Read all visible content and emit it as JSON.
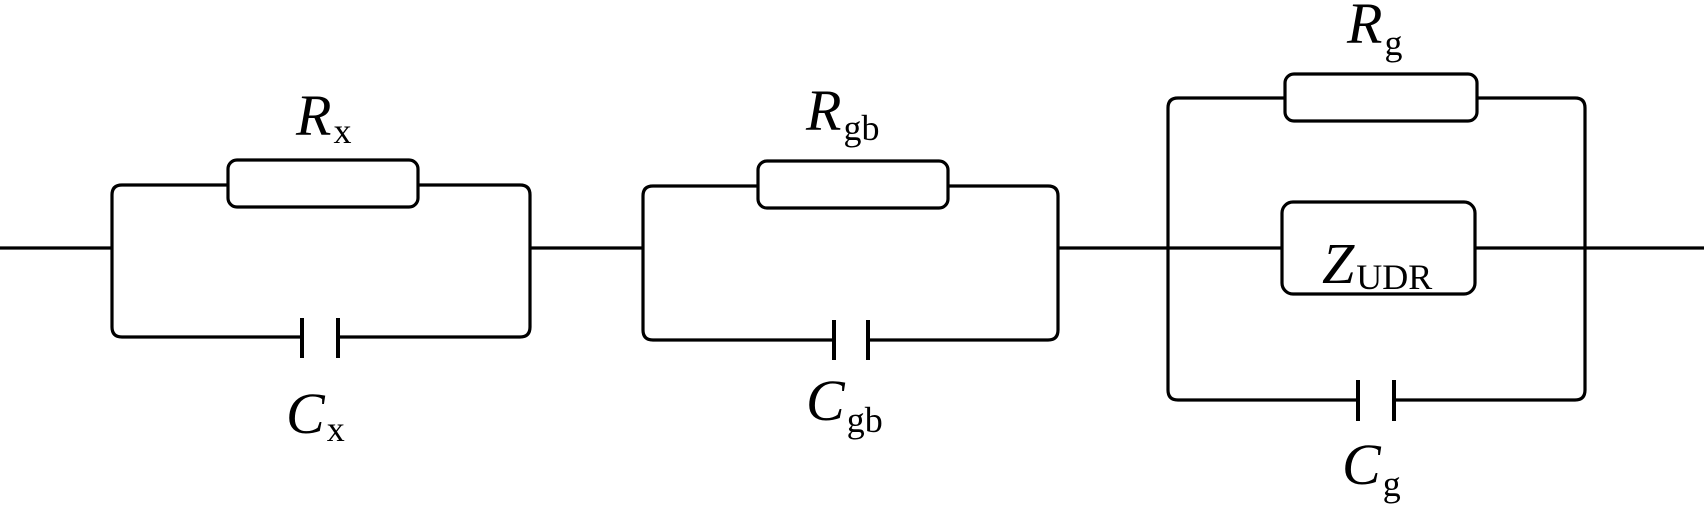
{
  "circuit": {
    "components": [
      {
        "id": "rx",
        "type": "resistor",
        "symbol": "R",
        "subscript": "x"
      },
      {
        "id": "cx",
        "type": "capacitor",
        "symbol": "C",
        "subscript": "x"
      },
      {
        "id": "rgb",
        "type": "resistor",
        "symbol": "R",
        "subscript": "gb"
      },
      {
        "id": "cgb",
        "type": "capacitor",
        "symbol": "C",
        "subscript": "gb"
      },
      {
        "id": "rg",
        "type": "resistor",
        "symbol": "R",
        "subscript": "g"
      },
      {
        "id": "zudr",
        "type": "impedance",
        "symbol": "Z",
        "subscript": "UDR"
      },
      {
        "id": "cg",
        "type": "capacitor",
        "symbol": "C",
        "subscript": "g"
      }
    ],
    "blocks": [
      {
        "name": "x",
        "components": [
          "rx",
          "cx"
        ]
      },
      {
        "name": "gb",
        "components": [
          "rgb",
          "cgb"
        ]
      },
      {
        "name": "g",
        "components": [
          "rg",
          "zudr",
          "cg"
        ]
      }
    ],
    "connection": "series of parallel blocks"
  }
}
